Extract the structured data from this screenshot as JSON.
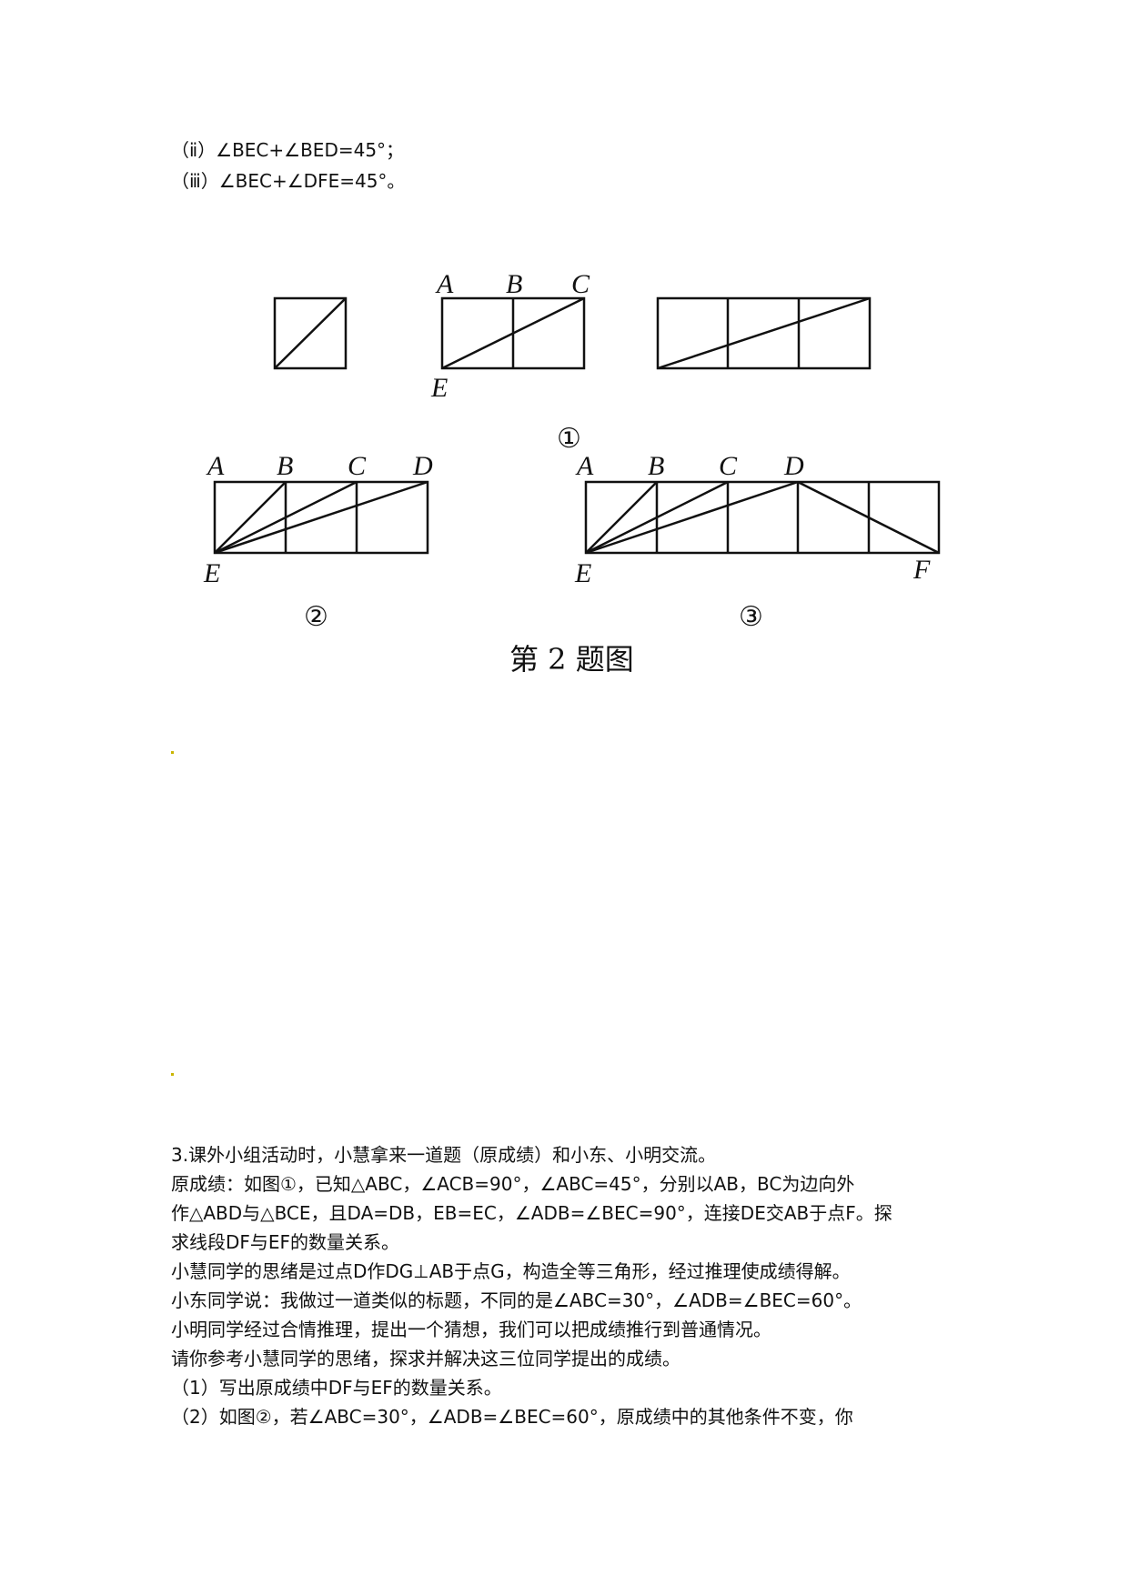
{
  "top_lines": [
    "（ⅱ）∠BEC+∠BED=45°；",
    "（ⅲ）∠BEC+∠DFE=45°。"
  ],
  "figure": {
    "labels": {
      "a": "A",
      "b": "B",
      "c": "C",
      "d": "D",
      "e": "E",
      "f": "F"
    },
    "sub_numbers": [
      "①",
      "②",
      "③"
    ],
    "caption": "第 2 题图"
  },
  "problem3": [
    "3.课外小组活动时，小慧拿来一道题（原成绩）和小东、小明交流。",
    "原成绩：如图①，已知△ABC，∠ACB=90°，∠ABC=45°，分别以AB，BC为边向外",
    "作△ABD与△BCE，且DA=DB，EB=EC，∠ADB=∠BEC=90°，连接DE交AB于点F。探",
    "求线段DF与EF的数量关系。",
    "小慧同学的思绪是过点D作DG⊥AB于点G，构造全等三角形，经过推理使成绩得解。",
    "小东同学说：我做过一道类似的标题，不同的是∠ABC=30°，∠ADB=∠BEC=60°。",
    "小明同学经过合情推理，提出一个猜想，我们可以把成绩推行到普通情况。",
    "请你参考小慧同学的思绪，探求并解决这三位同学提出的成绩。",
    "（1）写出原成绩中DF与EF的数量关系。",
    "（2）如图②，若∠ABC=30°，∠ADB=∠BEC=60°，原成绩中的其他条件不变，你"
  ]
}
